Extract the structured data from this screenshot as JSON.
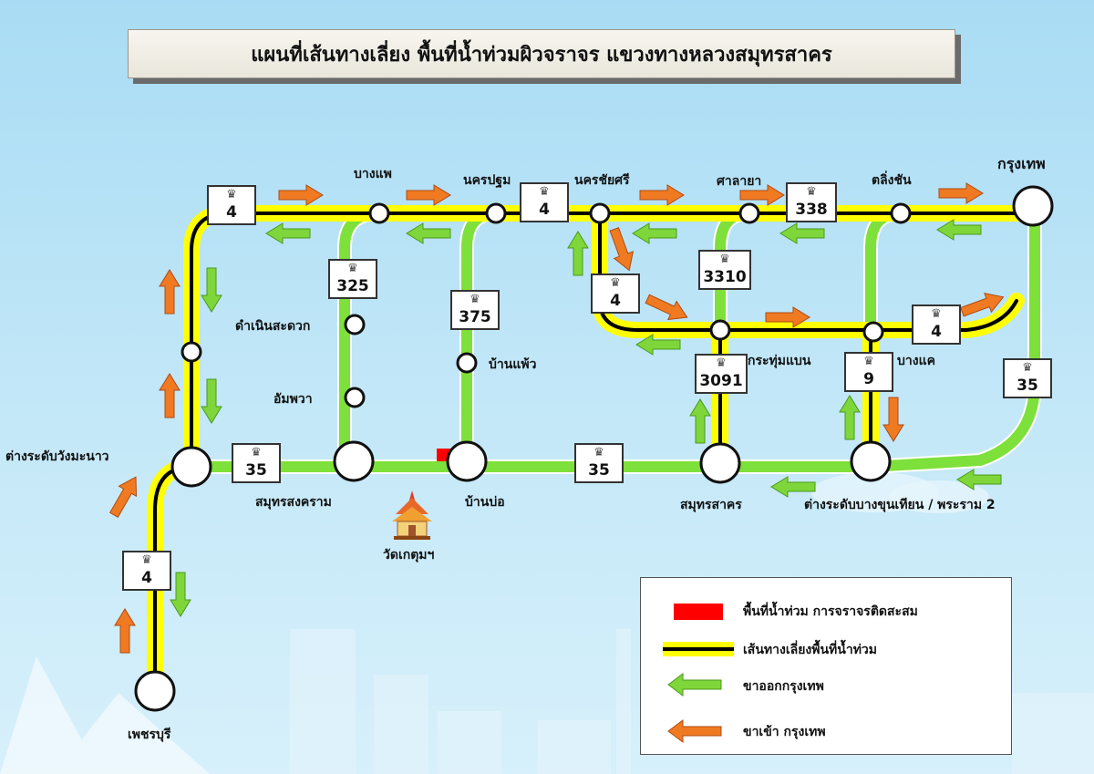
{
  "title": "แผนที่เส้นทางเลี่ยง พื้นที่น้ำท่วมผิวจราจร แขวงทางหลวงสมุทรสาคร",
  "places": [
    {
      "id": "bang-phae",
      "name": "บางแพ"
    },
    {
      "id": "nakhon-pathom",
      "name": "นครปฐม"
    },
    {
      "id": "nakhon-chai-si",
      "name": "นครชัยศรี"
    },
    {
      "id": "sala-ya",
      "name": "ศาลายา"
    },
    {
      "id": "taling-chan",
      "name": "ตลิ่งชัน"
    },
    {
      "id": "krung-thep",
      "name": "กรุงเทพ"
    },
    {
      "id": "damnoen-saduak",
      "name": "ดำเนินสะดวก"
    },
    {
      "id": "amphawa",
      "name": "อัมพวา"
    },
    {
      "id": "ban-phaeo",
      "name": "บ้านแพ้ว"
    },
    {
      "id": "krathum-baen",
      "name": "กระทุ่มแบน"
    },
    {
      "id": "bang-khae",
      "name": "บางแค"
    },
    {
      "id": "wang-manao",
      "name": "ต่างระดับวังมะนาว"
    },
    {
      "id": "samut-songkhram",
      "name": "สมุทรสงคราม"
    },
    {
      "id": "ban-bo",
      "name": "บ้านบ่อ"
    },
    {
      "id": "samut-sakhon",
      "name": "สมุทรสาคร"
    },
    {
      "id": "bang-khun-thian",
      "name": "ต่างระดับบางขุนเทียน / พระราม 2"
    },
    {
      "id": "wat-ket",
      "name": "วัดเกตุมฯ"
    },
    {
      "id": "phetchaburi",
      "name": "เพชรบุรี"
    }
  ],
  "highways": [
    {
      "id": "r4-top-left",
      "number": "4"
    },
    {
      "id": "r4-top-mid",
      "number": "4"
    },
    {
      "id": "r338",
      "number": "338"
    },
    {
      "id": "r325",
      "number": "325"
    },
    {
      "id": "r375",
      "number": "375"
    },
    {
      "id": "r4-mid",
      "number": "4"
    },
    {
      "id": "r3310",
      "number": "3310"
    },
    {
      "id": "r4-right",
      "number": "4"
    },
    {
      "id": "r3091",
      "number": "3091"
    },
    {
      "id": "r9",
      "number": "9"
    },
    {
      "id": "r35-right",
      "number": "35"
    },
    {
      "id": "r35-left",
      "number": "35"
    },
    {
      "id": "r35-mid",
      "number": "35"
    },
    {
      "id": "r4-south",
      "number": "4"
    }
  ],
  "legend": {
    "flood_area": "พื้นที่น้ำท่วม การจราจรติดสะสม",
    "detour_route": "เส้นทางเลี่ยงพื้นที่น้ำท่วม",
    "outbound": "ขาออกกรุงเทพ",
    "inbound": "ขาเข้า กรุงเทพ"
  },
  "colors": {
    "detour_fill": "#ffff00",
    "detour_core": "#000000",
    "green_route": "#7ee03a",
    "flood": "#ff0000",
    "outbound_arrow": "#7ed63a",
    "inbound_arrow": "#f07a22"
  },
  "icons": {
    "emblem": "garuda-emblem-icon",
    "temple": "temple-icon"
  }
}
